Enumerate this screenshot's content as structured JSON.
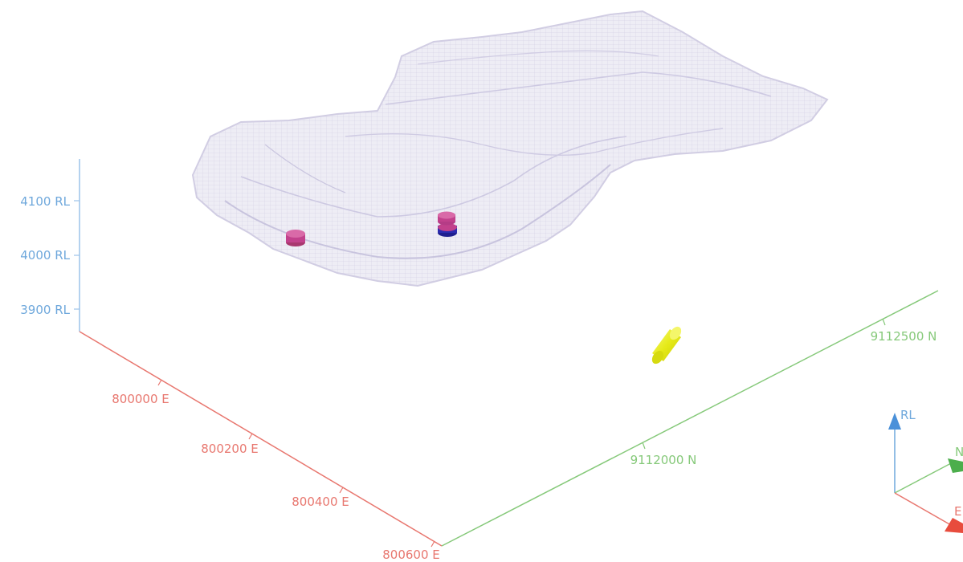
{
  "axes": {
    "rl": {
      "color": "#6fa8dc",
      "ticks": [
        "4100 RL",
        "4000 RL",
        "3900 RL"
      ]
    },
    "e": {
      "color": "#e8776f",
      "ticks": [
        "800000 E",
        "800200 E",
        "800400 E",
        "800600 E"
      ]
    },
    "n": {
      "color": "#86c97a",
      "ticks": [
        "9112000 N",
        "9112500 N"
      ]
    }
  },
  "orientation_widget": {
    "rl_label": "RL",
    "n_label": "N",
    "e_label": "E",
    "rl_color": "#4a90d9",
    "n_color": "#4cae4c",
    "e_color": "#e84c3d"
  },
  "scene_objects": {
    "surface_color": "#d9d6e8",
    "marker_color": "#c2418c",
    "marker_base_color": "#1f1f8f",
    "cylinder_color": "#e8ec1a"
  }
}
